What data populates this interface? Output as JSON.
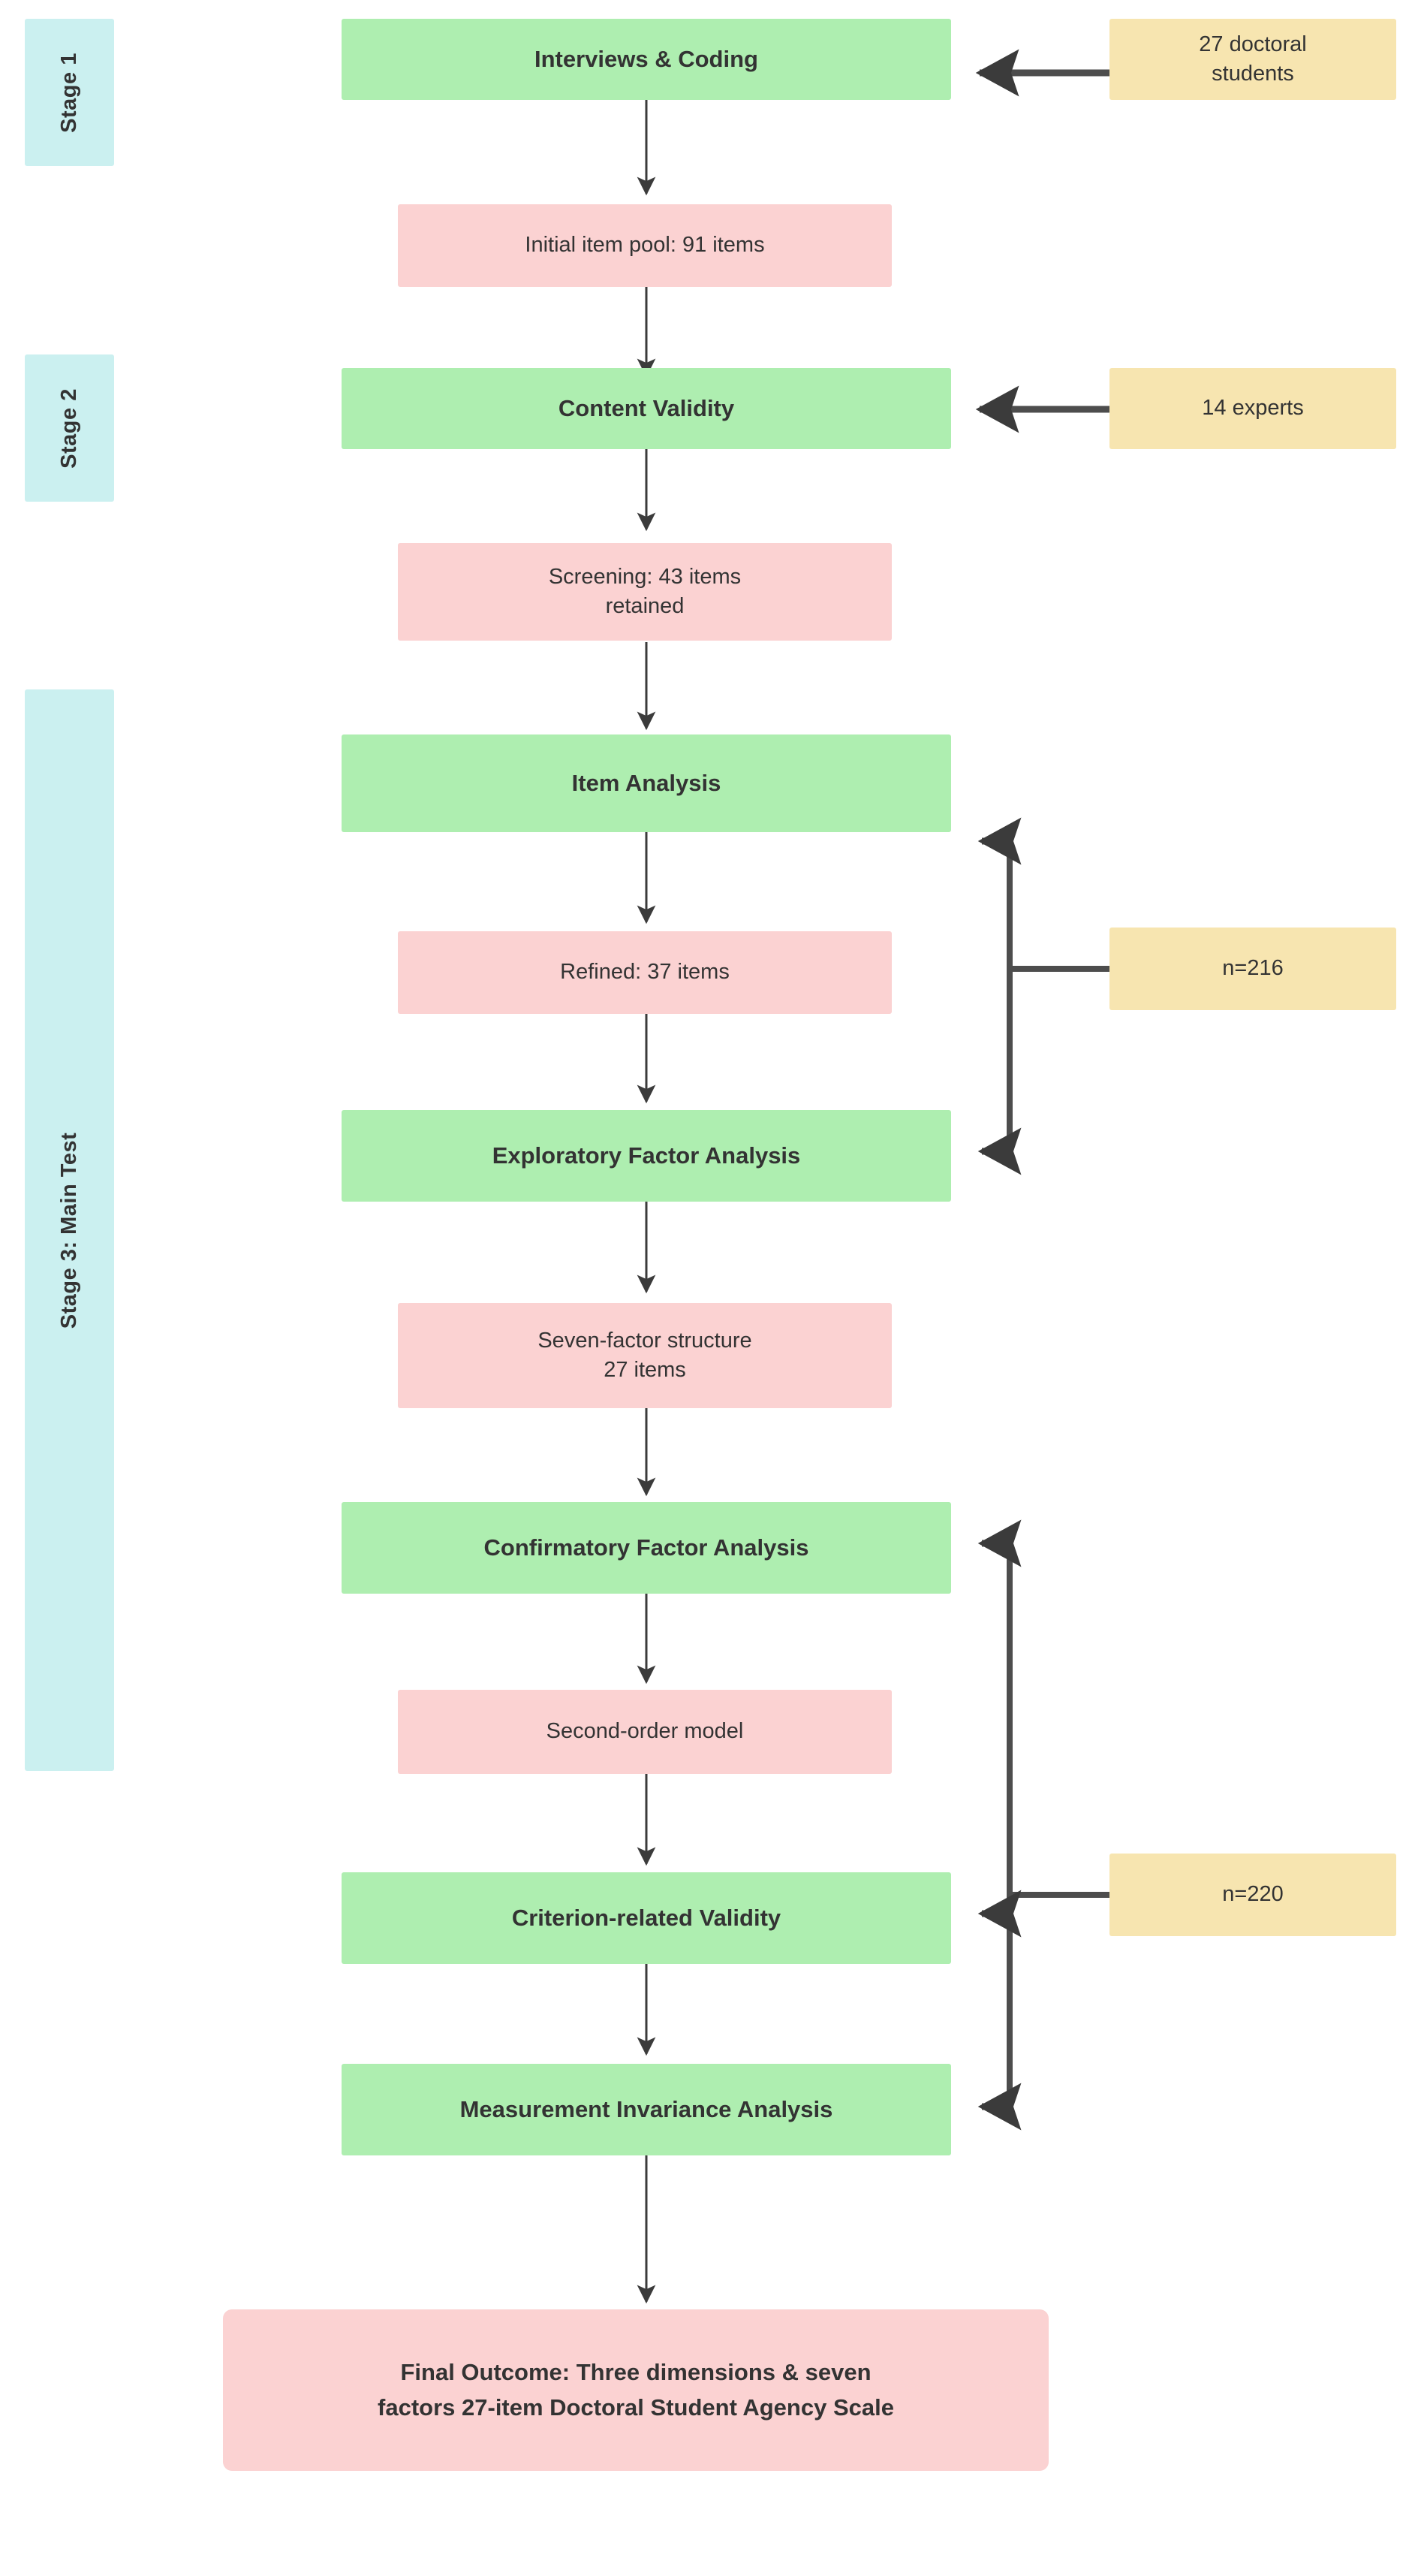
{
  "diagram": {
    "title": "Doctoral Student Agency Scale development flowchart",
    "colors": {
      "process": "#aeeeb0",
      "outcome": "#fbd2d2",
      "sample": "#f7e5b0",
      "stage_band": "#cbf0f0",
      "arrow": "#4d4d4d",
      "text": "#333333"
    }
  },
  "stages": [
    {
      "id": "stage-1",
      "label": "Stage 1"
    },
    {
      "id": "stage-2",
      "label": "Stage 2"
    },
    {
      "id": "stage-3",
      "label": "Stage 3: Main Test"
    }
  ],
  "nodes": {
    "interviews_coding": "Interviews & Coding",
    "initial_item_pool": "Initial item pool: 91 items",
    "content_validity": "Content Validity",
    "screening": "Screening: 43 items\nretained",
    "item_analysis": "Item Analysis",
    "refined": "Refined: 37 items",
    "efa": "Exploratory Factor Analysis",
    "seven_factor": "Seven-factor structure\n27 items",
    "cfa": "Confirmatory Factor Analysis",
    "second_order": "Second-order model",
    "criterion_validity": "Criterion-related Validity",
    "invariance": "Measurement Invariance Analysis",
    "final_outcome": "Final Outcome: Three dimensions & seven\nfactors 27-item Doctoral Student Agency Scale"
  },
  "samples": {
    "doctoral_students": "27 doctoral\nstudents",
    "experts": "14 experts",
    "n216": "n=216",
    "n220": "n=220"
  },
  "flow": {
    "sequence": [
      "Interviews & Coding",
      "Initial item pool: 91 items",
      "Content Validity",
      "Screening: 43 items retained",
      "Item Analysis",
      "Refined: 37 items",
      "Exploratory Factor Analysis",
      "Seven-factor structure 27 items",
      "Confirmatory Factor Analysis",
      "Second-order model",
      "Criterion-related Validity",
      "Measurement Invariance Analysis",
      "Final Outcome: Three dimensions & seven factors 27-item Doctoral Student Agency Scale"
    ],
    "sample_links": [
      {
        "sample": "27 doctoral students",
        "targets": [
          "Interviews & Coding"
        ]
      },
      {
        "sample": "14 experts",
        "targets": [
          "Content Validity"
        ]
      },
      {
        "sample": "n=216",
        "targets": [
          "Item Analysis",
          "Exploratory Factor Analysis"
        ]
      },
      {
        "sample": "n=220",
        "targets": [
          "Confirmatory Factor Analysis",
          "Criterion-related Validity",
          "Measurement Invariance Analysis"
        ]
      }
    ]
  }
}
